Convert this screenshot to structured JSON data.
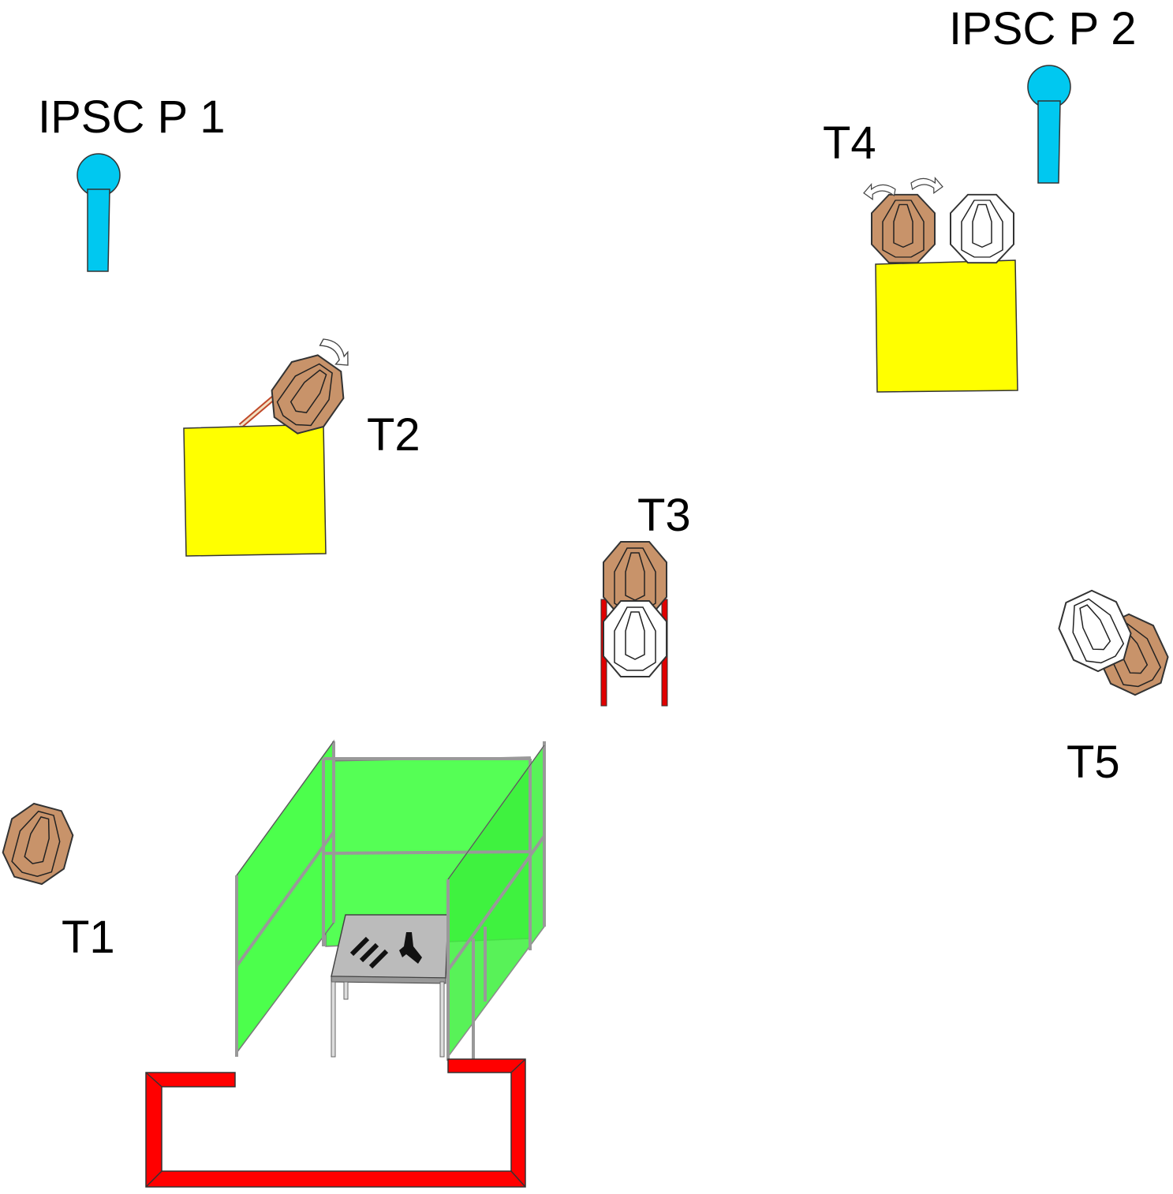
{
  "labels": {
    "popper1": "IPSC P 1",
    "popper2": "IPSC P 2",
    "t1": "T1",
    "t2": "T2",
    "t3": "T3",
    "t4": "T4",
    "t5": "T5"
  },
  "colors": {
    "popper": "#00c8f0",
    "target_brown": "#c8936a",
    "target_white": "#ffffff",
    "wall_yellow": "#ffff00",
    "wall_green": "#4cff4c",
    "fault_line_red": "#ff0000",
    "frame_grey": "#aaaaaa",
    "table_grey": "#bbbbbb"
  },
  "icons": {
    "popper": "ipsc-popper-icon",
    "target": "ipsc-target-icon",
    "swinger": "rotation-arrows-icon",
    "pistol": "pistol-icon",
    "magazines": "magazine-icon"
  }
}
